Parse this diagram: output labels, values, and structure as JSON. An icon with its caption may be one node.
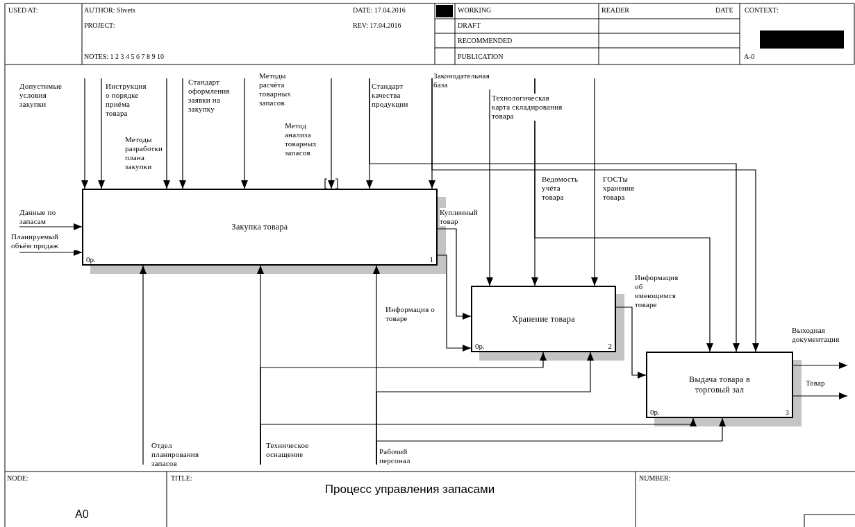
{
  "diagram": {
    "title": "Процесс управления запасами",
    "nodes": [
      {
        "text": [
          "Закупка товара",
          "0р.",
          "1"
        ]
      },
      {
        "text": [
          "Хранение товара",
          "0р.",
          "2"
        ]
      },
      {
        "text": [
          "Выдача товара в торговый зал",
          "0р.",
          "3"
        ]
      },
      {
        "text": [],
        "shape": "box"
      }
    ],
    "edges": [
      {
        "from": null,
        "to": 0,
        "arrow": "to",
        "label": "Допустимые условия закупки"
      },
      {
        "from": null,
        "to": 0,
        "arrow": "to",
        "label": "Инструкция о порядке приёма товара"
      },
      {
        "from": null,
        "to": 0,
        "arrow": "to",
        "label": "Методы разработки плана закупки"
      },
      {
        "from": null,
        "to": 0,
        "arrow": "to",
        "label": "Стандарт оформления заявки на закупку"
      },
      {
        "from": null,
        "to": 0,
        "arrow": "to",
        "label": "Методы расчёта товарных запасов"
      },
      {
        "from": null,
        "to": 0,
        "arrow": "to",
        "label": "Метод анализа товарных запасов"
      },
      {
        "from": null,
        "to": 0,
        "arrow": "to",
        "label": "Стандарт качества продукции"
      },
      {
        "from": null,
        "to": 0,
        "arrow": "to",
        "label": "Законодательная база"
      },
      {
        "from": null,
        "to": 1,
        "arrow": "to",
        "label": "Технологическая карта складирования товара"
      },
      {
        "from": null,
        "to": 1,
        "arrow": "to",
        "label": "Ведомость учёта товара"
      },
      {
        "from": null,
        "to": 1,
        "arrow": "to",
        "label": "ГОСТы хранения товара"
      },
      {
        "from": null,
        "to": 2,
        "arrow": "to"
      },
      {
        "from": null,
        "to": 2,
        "arrow": "to"
      },
      {
        "from": null,
        "to": 2,
        "arrow": "to"
      },
      {
        "from": null,
        "to": 0,
        "arrow": "to",
        "label": "Данные по запасам"
      },
      {
        "from": null,
        "to": 0,
        "arrow": "to",
        "label": "Планируемый объём продаж"
      },
      {
        "from": 0,
        "to": 1,
        "arrow": "to",
        "label": "Купленный товар"
      },
      {
        "from": 0,
        "to": 1,
        "arrow": "to",
        "label": "Информация о товаре"
      },
      {
        "from": 1,
        "to": 2,
        "arrow": "to",
        "label": "Информация об имеющимся товаре"
      },
      {
        "from": 2,
        "to": null,
        "arrow": "to",
        "label": "Выходная документация"
      },
      {
        "from": 2,
        "to": null,
        "arrow": "to",
        "label": "Товар"
      },
      {
        "from": null,
        "to": 0,
        "arrow": "to",
        "label": "Отдел планирования запасов"
      },
      {
        "from": null,
        "to": 0,
        "arrow": "to",
        "label": "Техническое оснащение"
      },
      {
        "from": null,
        "to": 1,
        "arrow": "to"
      },
      {
        "from": null,
        "to": 2,
        "arrow": "to"
      },
      {
        "from": null,
        "to": 0,
        "arrow": "to",
        "label": "Рабочий персонал"
      },
      {
        "from": null,
        "to": 1,
        "arrow": "to"
      },
      {
        "from": null,
        "to": 2,
        "arrow": "to"
      }
    ],
    "labels": [
      "USED AT:",
      "AUTHOR: Shvets",
      "PROJECT:",
      "NOTES: 1 2 3 4 5 6 7 8 9 10",
      "DATE: 17.04.2016",
      "REV: 17.04.2016",
      "WORKING",
      "DRAFT",
      "RECOMMENDED",
      "PUBLICATION",
      "READER",
      "DATE",
      "CONTEXT:",
      "A-0",
      "NODE:",
      "A0",
      "TITLE:",
      "NUMBER:"
    ]
  }
}
